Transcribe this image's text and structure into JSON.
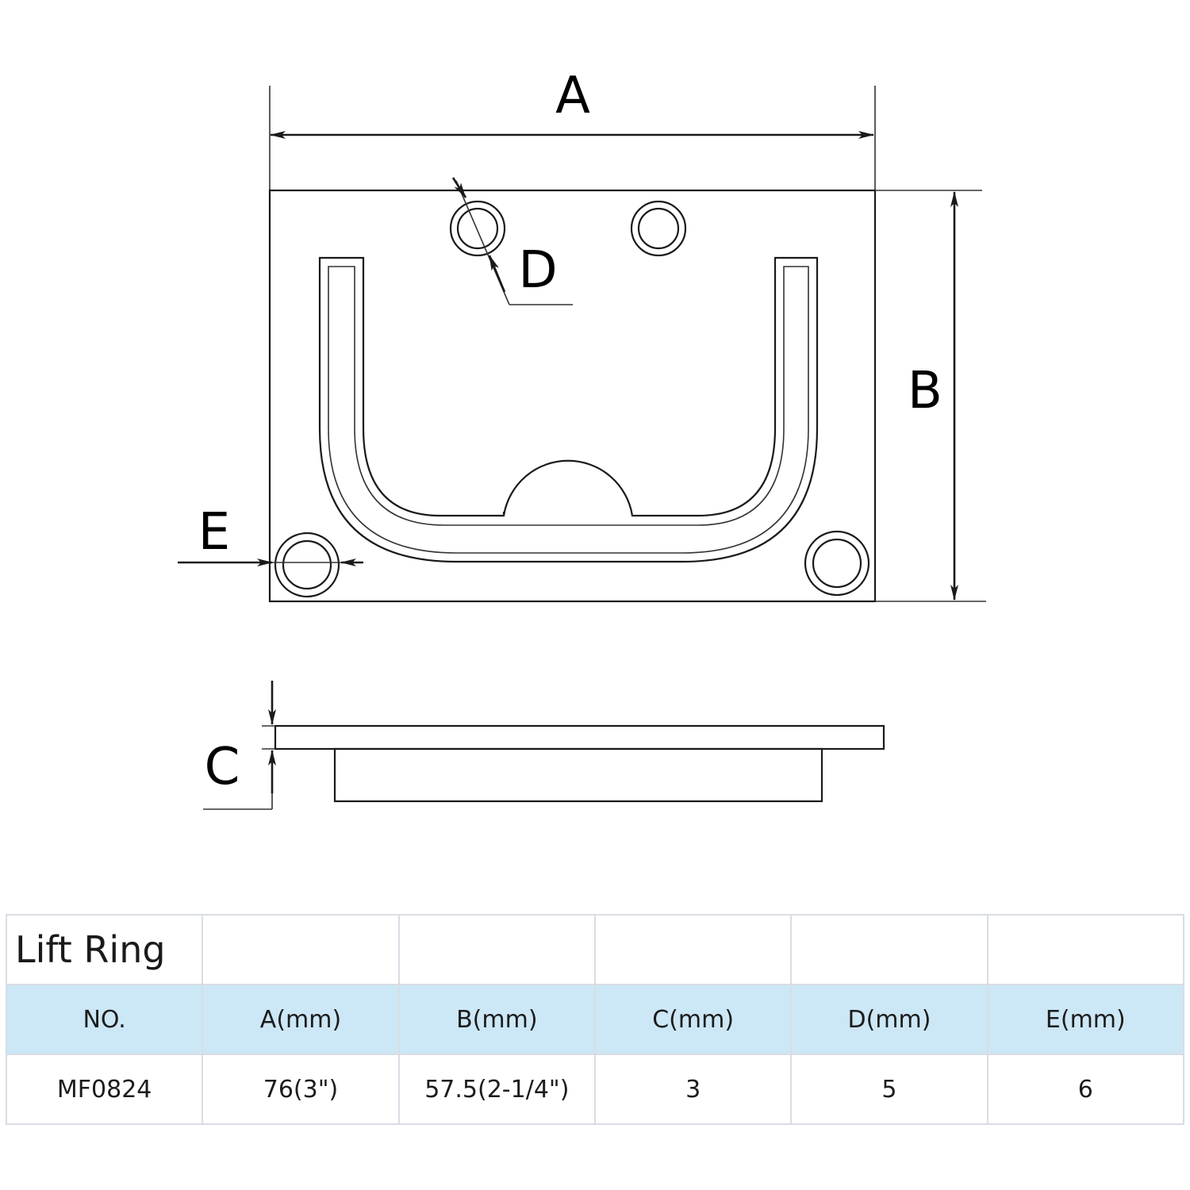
{
  "diagram": {
    "labels": {
      "a": "A",
      "b": "B",
      "c": "C",
      "d": "D",
      "e": "E"
    }
  },
  "table": {
    "title": "Lift Ring",
    "headers": [
      "NO.",
      "A(mm)",
      "B(mm)",
      "C(mm)",
      "D(mm)",
      "E(mm)"
    ],
    "rows": [
      [
        "MF0824",
        "76(3\")",
        "57.5(2-1/4\")",
        "3",
        "5",
        "6"
      ]
    ]
  }
}
